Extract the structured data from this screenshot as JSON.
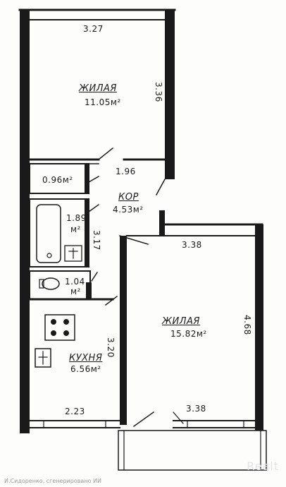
{
  "rooms": {
    "bedroom_top": {
      "name": "ЖИЛАЯ",
      "area": "11.05м²"
    },
    "wc": {
      "area": "0.96м²"
    },
    "corridor": {
      "name": "КОР",
      "area": "4.53м²"
    },
    "bath": {
      "area_value": "1.89",
      "area_unit": "м²"
    },
    "small_room": {
      "area_value": "1.04",
      "area_unit": "м²"
    },
    "kitchen": {
      "name": "КУХНЯ",
      "area": "6.56м²"
    },
    "bedroom_large": {
      "name": "ЖИЛАЯ",
      "area": "15.82м²"
    }
  },
  "dimensions": {
    "top_width": "3.27",
    "top_height": "3.36",
    "corridor_width": "1.96",
    "bath_height": "3.17",
    "kitchen_height": "3.20",
    "kitchen_width": "2.23",
    "large_top_width": "3.38",
    "large_bottom_width": "3.38",
    "large_height": "4.68"
  },
  "footer": {
    "credit": "И.Сидоренко, сгенерировано ИИ",
    "watermark": "Realt"
  }
}
